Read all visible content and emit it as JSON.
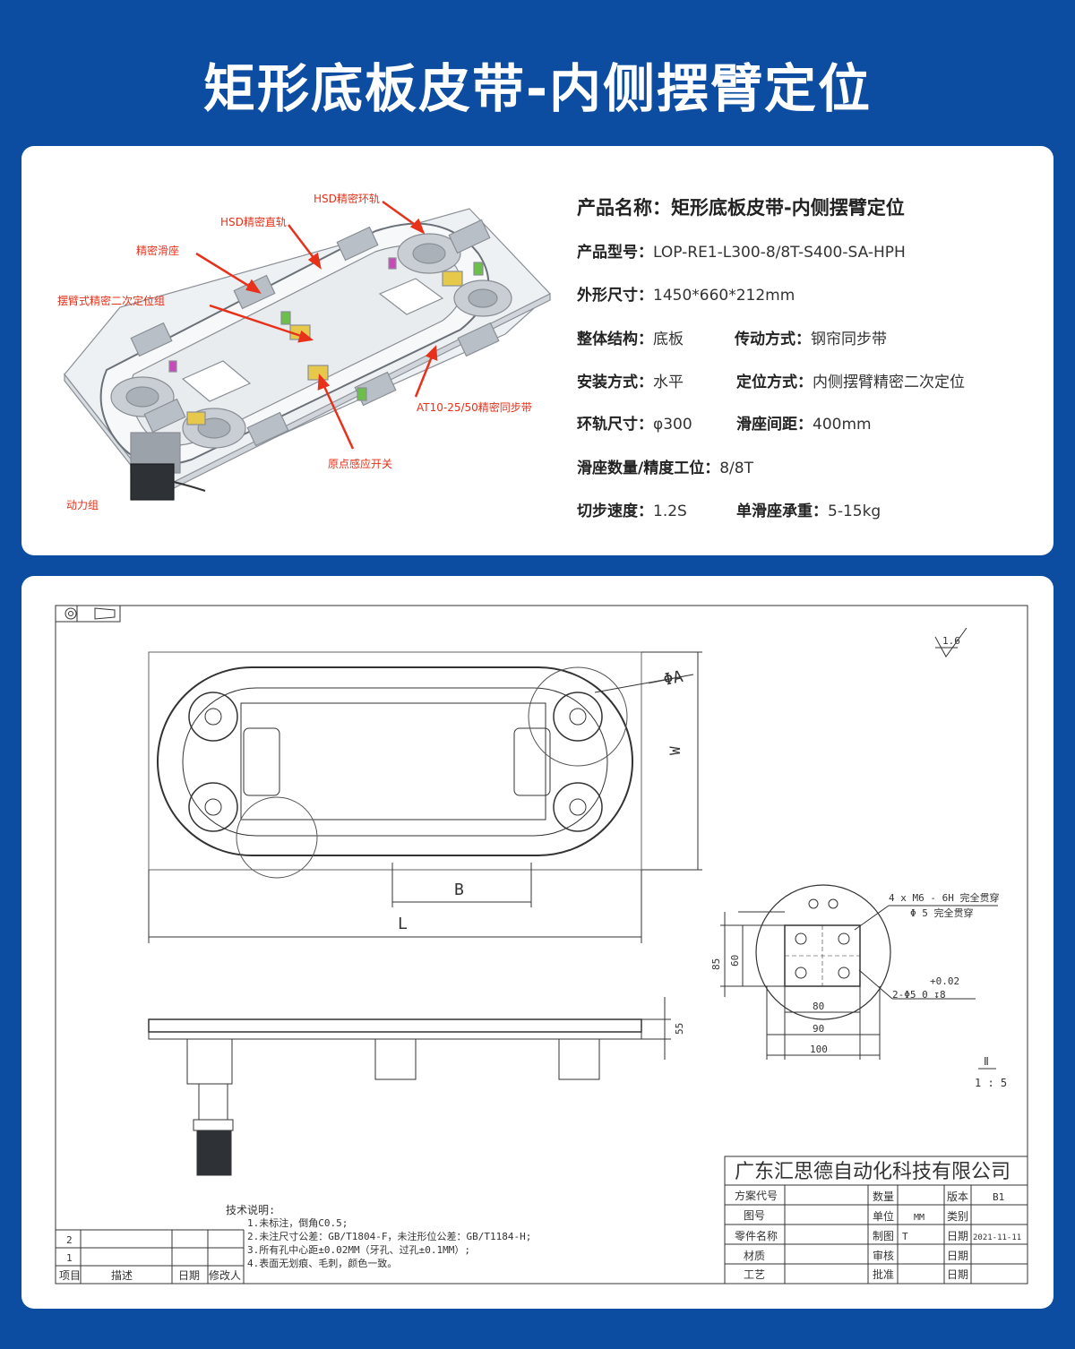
{
  "page_title": "矩形底板皮带-内侧摆臂定位",
  "callouts": {
    "ring_rail": "HSD精密环轨",
    "straight_rail": "HSD精密直轨",
    "slider": "精密滑座",
    "arm_positioner": "摆臂式精密二次定位组",
    "belt": "AT10-25/50精密同步带",
    "home_switch": "原点感应开关",
    "power": "动力组"
  },
  "specs": {
    "name_label": "产品名称：",
    "name_value": "矩形底板皮带-内侧摆臂定位",
    "model_label": "产品型号：",
    "model_value": "LOP-RE1-L300-8/8T-S400-SA-HPH",
    "size_label": "外形尺寸：",
    "size_value": "1450*660*212mm",
    "structure_label": "整体结构：",
    "structure_value": "底板",
    "drive_label": "传动方式：",
    "drive_value": "钢帘同步带",
    "mount_label": "安装方式：",
    "mount_value": "水平",
    "position_label": "定位方式：",
    "position_value": "内侧摆臂精密二次定位",
    "ring_label": "环轨尺寸：",
    "ring_value": "φ300",
    "pitch_label": "滑座间距：",
    "pitch_value": "400mm",
    "count_label": "滑座数量/精度工位：",
    "count_value": "8/8T",
    "speed_label": "切步速度：",
    "speed_value": "1.2S",
    "load_label": "单滑座承重：",
    "load_value": "5-15kg"
  },
  "drawing": {
    "dim_phi_a": "ΦA",
    "dim_w": "W",
    "dim_b": "B",
    "dim_l": "L",
    "dim_55": "55",
    "roughness": "1.6",
    "hole_note_1": "4 x  M6 - 6H 完全贯穿",
    "hole_note_2": "Φ 5 完全贯穿",
    "tol": "+0.02",
    "hole_note_3": "2-Φ5  0   ↧8",
    "dim_85": "85",
    "dim_60": "60",
    "dim_80": "80",
    "dim_90": "90",
    "dim_100": "100",
    "detail_label": "Ⅱ",
    "detail_scale": "1 : 5",
    "tech_title": "技术说明:",
    "tech_1": "1.未标注，倒角C0.5;",
    "tech_2": "2.未注尺寸公差：GB/T1804-F，未注形位公差：GB/T1184-H;",
    "tech_3": "3.所有孔中心距±0.02MM（牙孔、过孔±0.1MM）;",
    "tech_4": "4.表面无划痕、毛刺，颜色一致。",
    "company": "广东汇思德自动化科技有限公司",
    "tb_project_code": "方案代号",
    "tb_qty": "数量",
    "tb_version": "版本",
    "tb_version_value": "B1",
    "tb_drawing_no": "图号",
    "tb_unit": "单位",
    "tb_unit_value": "MM",
    "tb_category": "类别",
    "tb_part_name": "零件名称",
    "tb_drawn": "制图",
    "tb_drawn_value": "T",
    "tb_date": "日期",
    "tb_date_value": "2021-11-11",
    "tb_material": "材质",
    "tb_review": "审核",
    "tb_process": "工艺",
    "tb_approve": "批准",
    "rev_2": "2",
    "rev_1": "1",
    "rev_item": "项目",
    "rev_desc": "描述",
    "rev_date": "日期",
    "rev_editor": "修改人"
  }
}
